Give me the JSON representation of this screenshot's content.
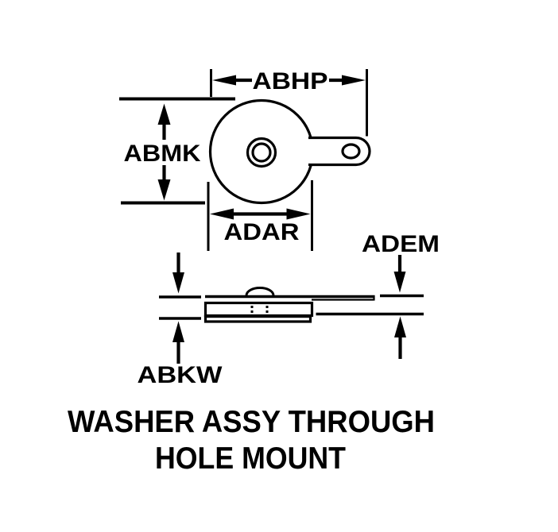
{
  "figure": {
    "title_line1": "WASHER ASSY THROUGH",
    "title_line2": "HOLE MOUNT",
    "dimension_labels": {
      "abhp": "ABHP",
      "abmk": "ABMK",
      "adar": "ADAR",
      "adem": "ADEM",
      "abkw": "ABKW"
    },
    "colors": {
      "line": "#000000",
      "background": "#ffffff"
    }
  }
}
